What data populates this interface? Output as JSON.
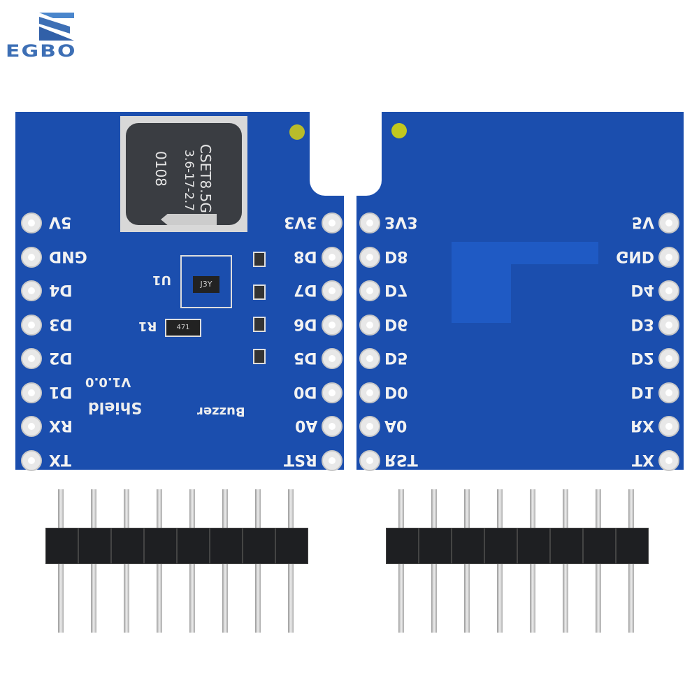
{
  "logo": {
    "text": "EGBO"
  },
  "left_board": {
    "left_labels": [
      "5V",
      "GND",
      "D4",
      "D3",
      "D2",
      "D1",
      "RX",
      "TX"
    ],
    "right_labels": [
      "3V3",
      "D8",
      "D7",
      "D6",
      "D5",
      "D0",
      "A0",
      "RST"
    ],
    "buzzer_lines": [
      "CSET8.5G",
      "3.6-17-2.7",
      "0108"
    ],
    "silkscreen": {
      "u1": "U1",
      "r1": "R1",
      "version": "V1.0.0",
      "shield": "Shield",
      "buzzer": "Buzzer",
      "transistor": "J3Y",
      "resistor": "471"
    }
  },
  "right_board": {
    "left_labels": [
      "3V3",
      "D8",
      "D7",
      "D6",
      "D5",
      "D0",
      "A0",
      "RST"
    ],
    "right_labels": [
      "5V",
      "GND",
      "D4",
      "D3",
      "D2",
      "D1",
      "RX",
      "TX"
    ]
  },
  "colors": {
    "pcb": "#1b4eae",
    "logo": "#3d6fb5"
  }
}
